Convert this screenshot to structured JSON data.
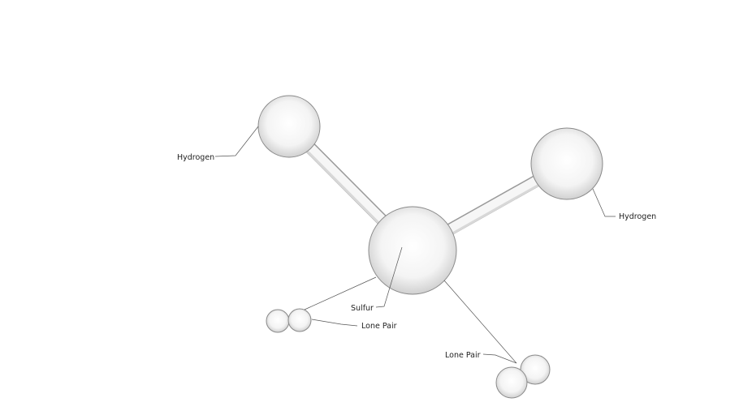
{
  "labels": {
    "hydrogen_left": "Hydrogen",
    "hydrogen_right": "Hydrogen",
    "sulfur": "Sulfur",
    "lone_pair_left": "Lone Pair",
    "lone_pair_right": "Lone Pair"
  },
  "molecule": {
    "atoms": [
      "Hydrogen",
      "Sulfur",
      "Hydrogen"
    ],
    "lone_pairs": 2
  }
}
